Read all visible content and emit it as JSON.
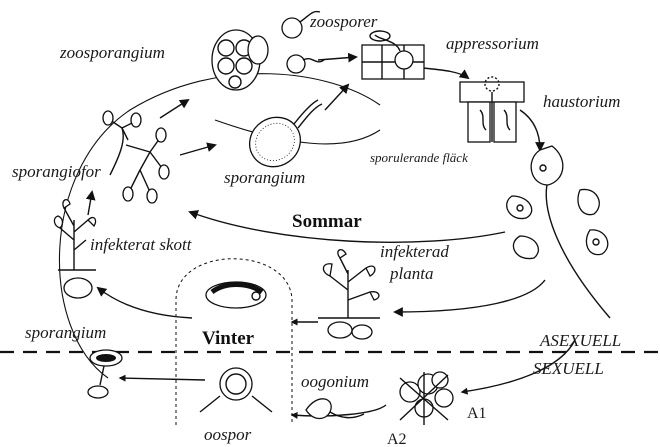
{
  "labels": {
    "zoosporangium": "zoosporangium",
    "zoosporer": "zoosporer",
    "appressorium": "appressorium",
    "haustorium": "haustorium",
    "sporangiofor": "sporangiofor",
    "sporangium_top": "sporangium",
    "sporulerande_flack": "sporulerande fläck",
    "sommar": "Sommar",
    "infekterat_skott": "infekterat skott",
    "infekterad_planta_1": "infekterad",
    "infekterad_planta_2": "planta",
    "sporangium_bottom": "sporangium",
    "vinter": "Vinter",
    "asexuell": "ASEXUELL",
    "sexuell": "SEXUELL",
    "oogonium": "oogonium",
    "oospor": "oospor",
    "a1": "A1",
    "a2": "A2"
  },
  "colors": {
    "ink": "#111111",
    "background": "#ffffff"
  }
}
